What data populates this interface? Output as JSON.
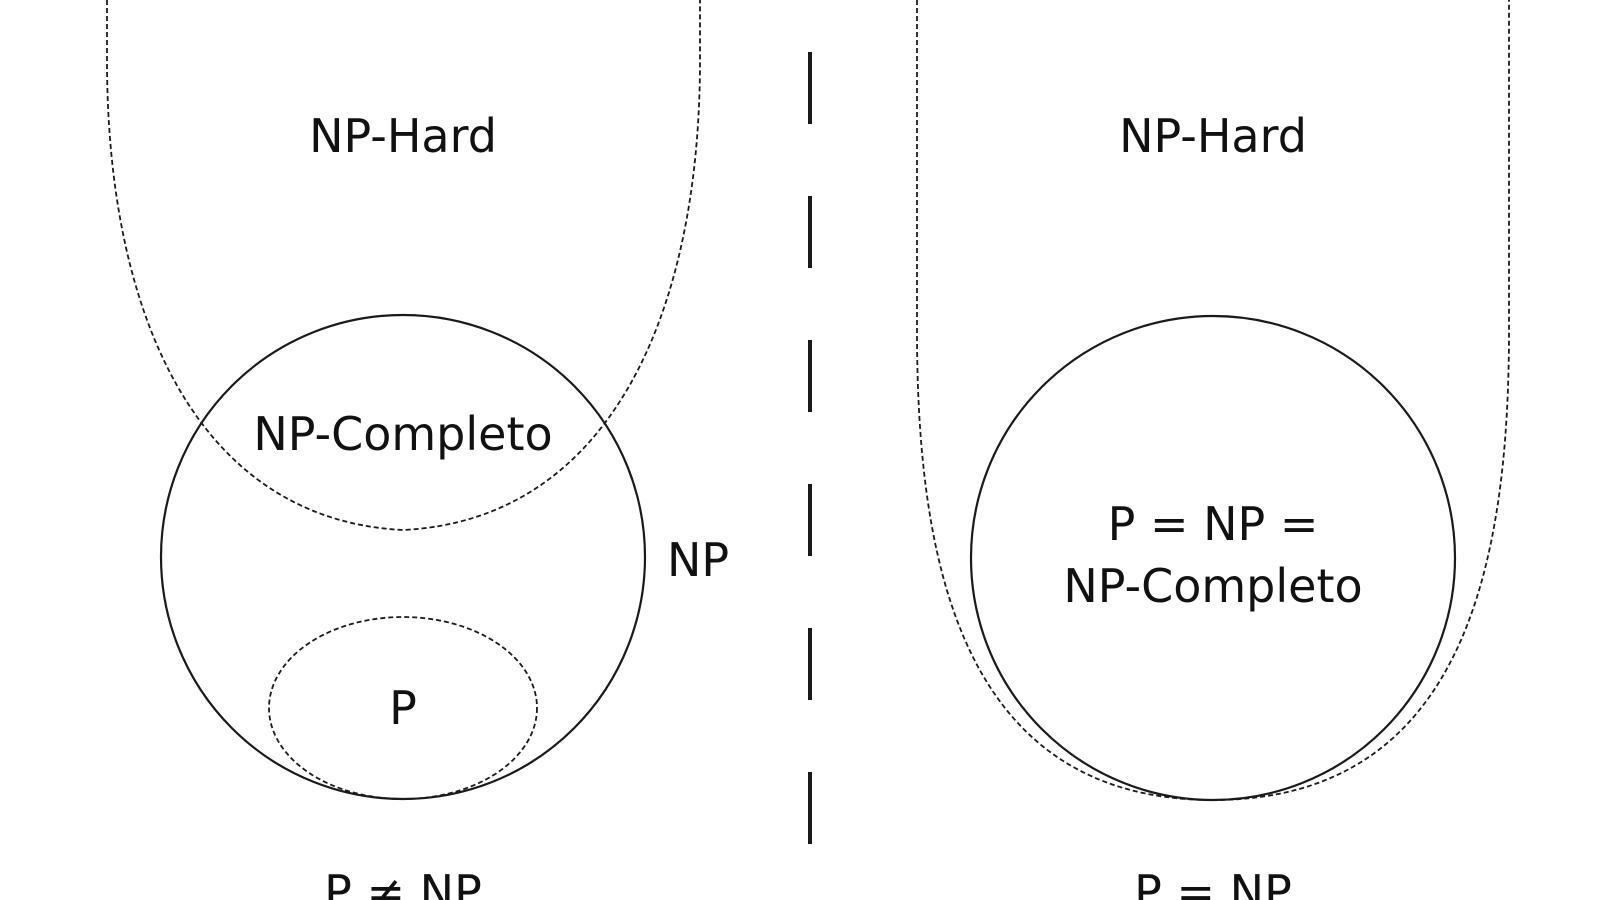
{
  "left_panel": {
    "np_hard_label": "NP-Hard",
    "np_complete_label": "NP-Completo",
    "np_label": "NP",
    "p_label": "P",
    "caption": "P ≠ NP"
  },
  "right_panel": {
    "np_hard_label": "NP-Hard",
    "center_line1": "P = NP =",
    "center_line2": "NP-Completo",
    "caption": "P = NP"
  }
}
